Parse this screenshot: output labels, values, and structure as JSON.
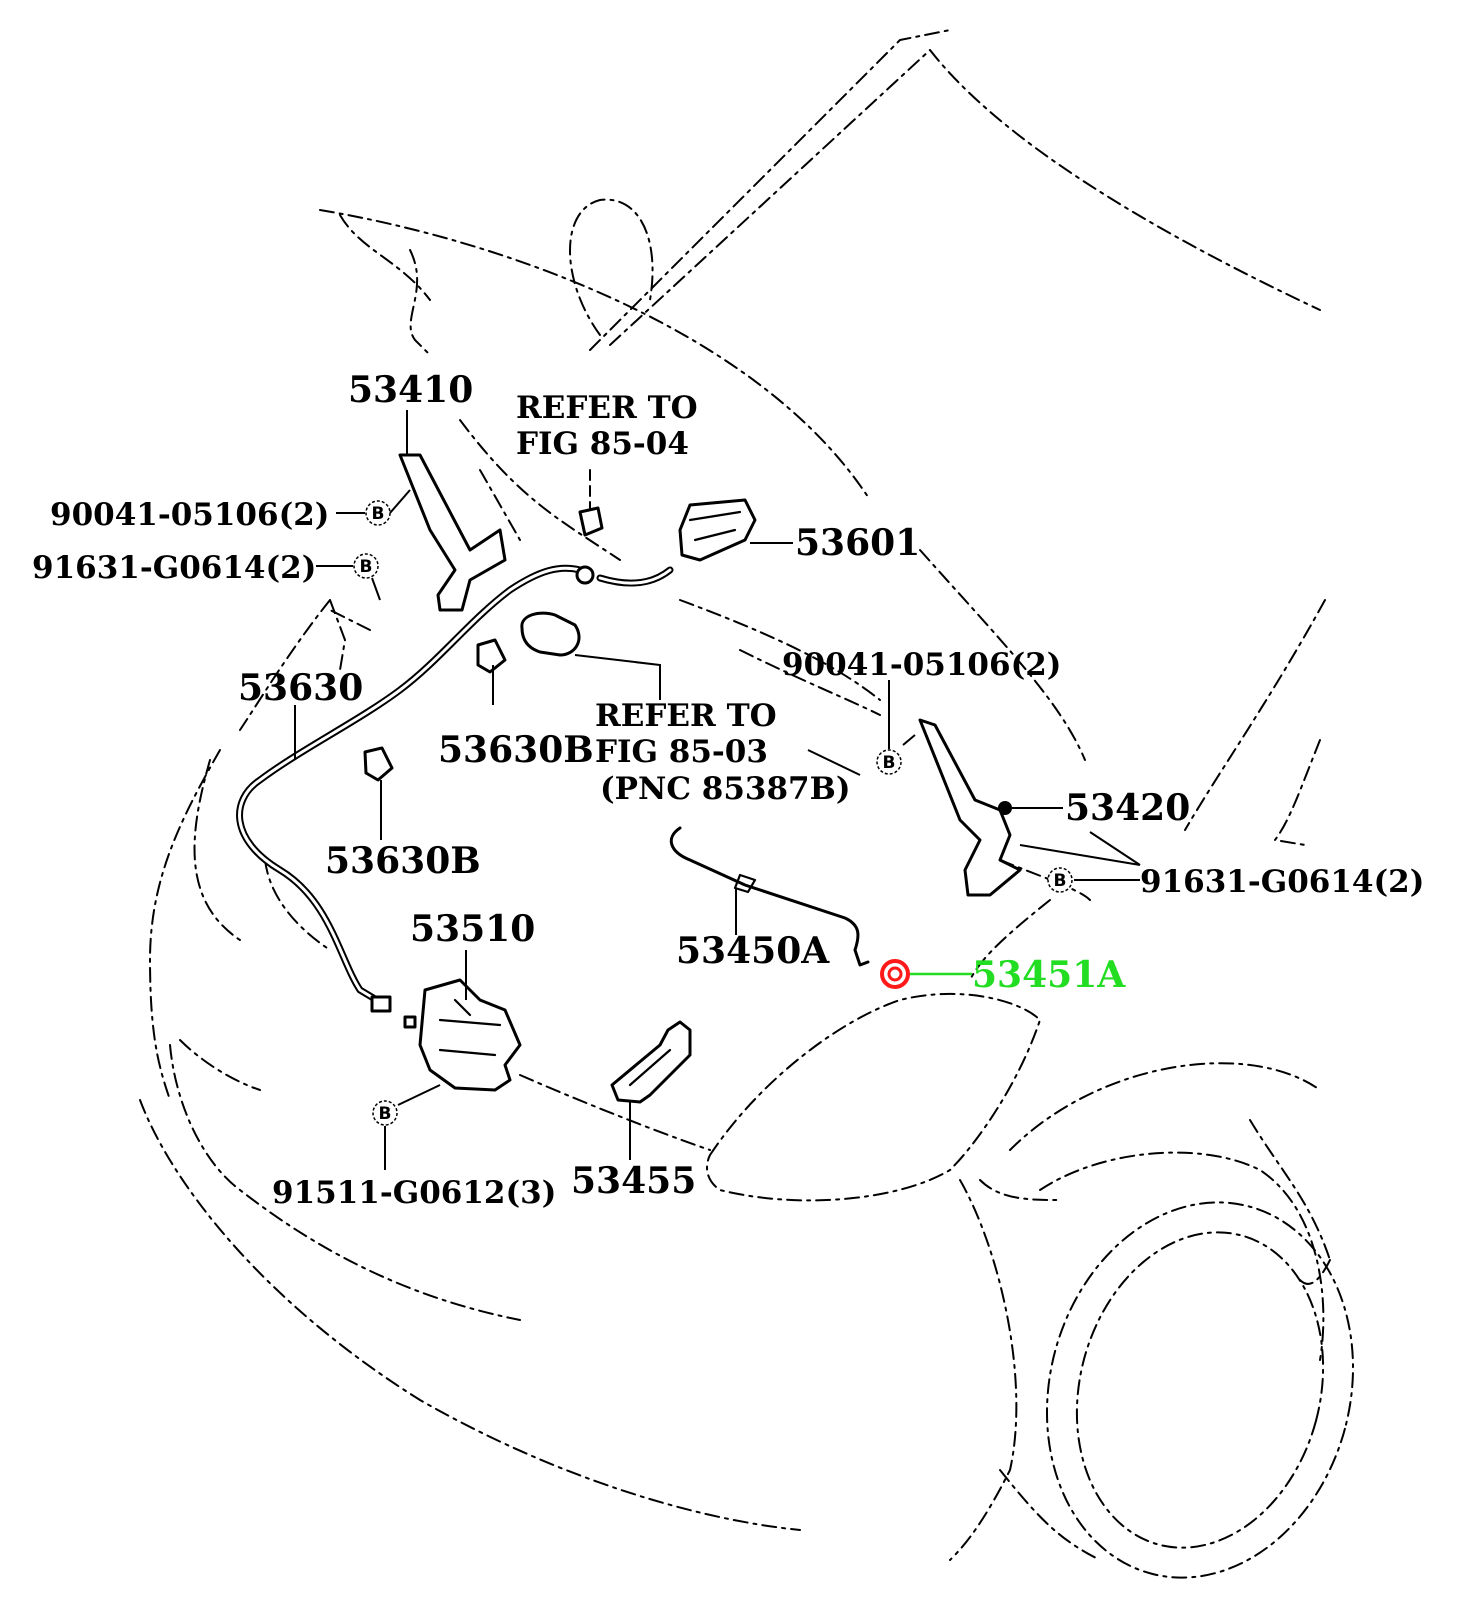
{
  "diagram": {
    "labels": {
      "p53410": "53410",
      "p53601": "53601",
      "p53630": "53630",
      "p53630b_a": "53630B",
      "p53630b_b": "53630B",
      "p53420": "53420",
      "p53510": "53510",
      "p53450a": "53450A",
      "p53451a": "53451A",
      "p53455": "53455",
      "bolt_90041_left": "90041-05106(2)",
      "bolt_91631_left": "91631-G0614(2)",
      "bolt_90041_right": "90041-05106(2)",
      "bolt_91631_right": "91631-G0614(2)",
      "bolt_91511": "91511-G0612(3)"
    },
    "refer_1": {
      "line1": "REFER TO",
      "line2": "FIG 85-04"
    },
    "refer_2": {
      "line1": "REFER TO",
      "line2": "FIG 85-03",
      "line3": "(PNC 85387B)"
    },
    "b_marker": "B",
    "colors": {
      "highlight_label": "#22dd22",
      "highlight_part": "#ff1a1a",
      "line": "#000000"
    }
  }
}
